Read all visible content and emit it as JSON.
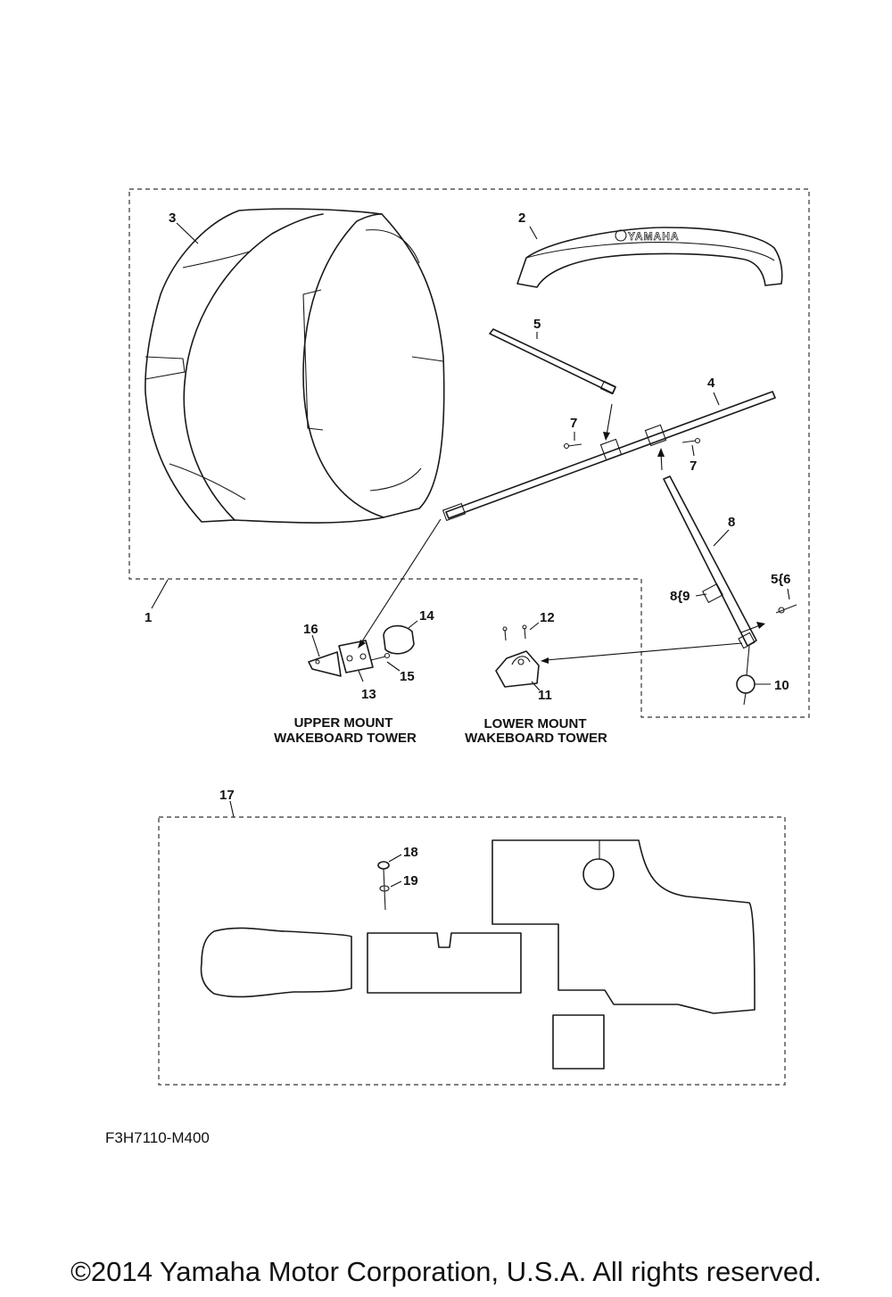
{
  "callouts": {
    "c1": "1",
    "c2": "2",
    "c3": "3",
    "c4": "4",
    "c5": "5",
    "c7a": "7",
    "c7b": "7",
    "c8": "8",
    "c8_9": "8{9",
    "c5_6": "5{6",
    "c10": "10",
    "c11": "11",
    "c12": "12",
    "c13": "13",
    "c14": "14",
    "c15": "15",
    "c16": "16",
    "c17": "17",
    "c18": "18",
    "c19": "19"
  },
  "mount_labels": {
    "upper_line1": "UPPER  MOUNT",
    "upper_line2": "WAKEBOARD TOWER",
    "lower_line1": "LOWER  MOUNT",
    "lower_line2": "WAKEBOARD TOWER"
  },
  "brand_text": "YAMAHA",
  "figure_code": "F3H7110-M400",
  "copyright": "©2014 Yamaha Motor Corporation, U.S.A. All rights reserved."
}
